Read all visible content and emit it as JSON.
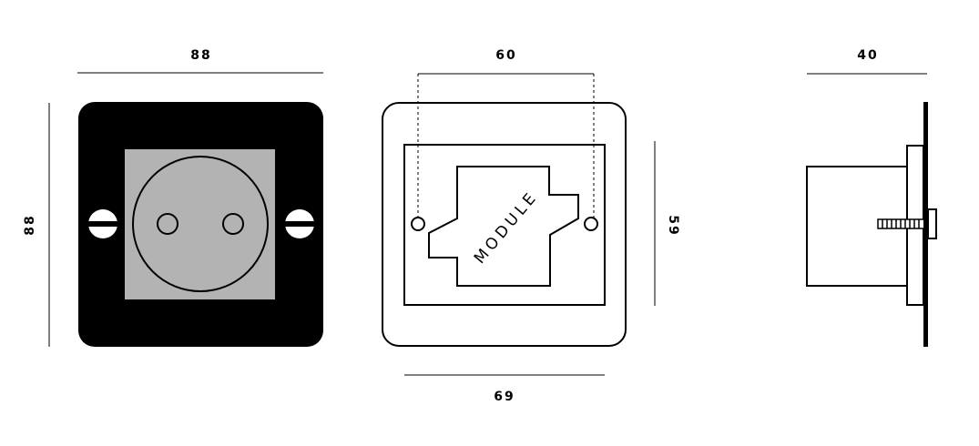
{
  "front_view": {
    "width_label": "88",
    "height_label": "88"
  },
  "module_view": {
    "hole_spacing_label": "60",
    "height_label": "59",
    "width_label": "69",
    "module_label": "MODULE"
  },
  "side_view": {
    "depth_label": "40"
  },
  "colors": {
    "plate_black": "#000000",
    "insert_grey": "#b3b3b3",
    "line": "#000000",
    "background": "#ffffff"
  }
}
